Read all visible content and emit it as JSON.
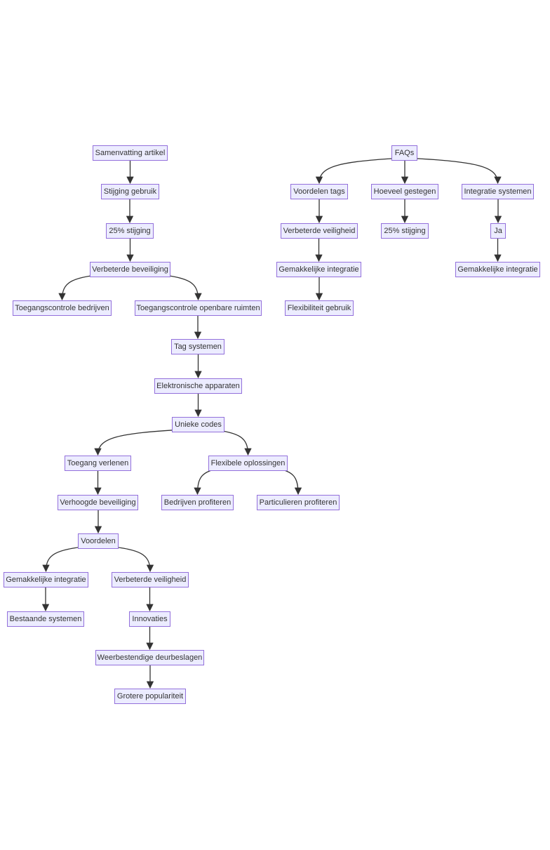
{
  "colors": {
    "node_fill": "#ECECFF",
    "node_stroke": "#9370DB",
    "edge": "#333333",
    "text": "#333333"
  },
  "nodes": [
    {
      "id": "n1",
      "label": "Samenvatting artikel"
    },
    {
      "id": "n2",
      "label": "Stijging gebruik"
    },
    {
      "id": "n3",
      "label": "25% stijging"
    },
    {
      "id": "n4",
      "label": "Verbeterde beveiliging"
    },
    {
      "id": "n5",
      "label": "Toegangscontrole bedrijven"
    },
    {
      "id": "n6",
      "label": "Toegangscontrole openbare ruimten"
    },
    {
      "id": "n7",
      "label": "Tag systemen"
    },
    {
      "id": "n8",
      "label": "Elektronische apparaten"
    },
    {
      "id": "n9",
      "label": "Unieke codes"
    },
    {
      "id": "n10",
      "label": "Toegang verlenen"
    },
    {
      "id": "n11",
      "label": "Flexibele oplossingen"
    },
    {
      "id": "n12",
      "label": "Verhoogde beveiliging"
    },
    {
      "id": "n13",
      "label": "Bedrijven profiteren"
    },
    {
      "id": "n14",
      "label": "Particulieren profiteren"
    },
    {
      "id": "n15",
      "label": "Voordelen"
    },
    {
      "id": "n16",
      "label": "Gemakkelijke integratie"
    },
    {
      "id": "n17",
      "label": "Verbeterde veiligheid"
    },
    {
      "id": "n18",
      "label": "Bestaande systemen"
    },
    {
      "id": "n19",
      "label": "Innovaties"
    },
    {
      "id": "n20",
      "label": "Weerbestendige deurbeslagen"
    },
    {
      "id": "n21",
      "label": "Grotere populariteit"
    },
    {
      "id": "n22",
      "label": "FAQs"
    },
    {
      "id": "n23",
      "label": "Voordelen tags"
    },
    {
      "id": "n24",
      "label": "Hoeveel gestegen"
    },
    {
      "id": "n25",
      "label": "Integratie systemen"
    },
    {
      "id": "n26",
      "label": "Verbeterde veiligheid"
    },
    {
      "id": "n27",
      "label": "25% stijging"
    },
    {
      "id": "n28",
      "label": "Ja"
    },
    {
      "id": "n29",
      "label": "Gemakkelijke integratie"
    },
    {
      "id": "n30",
      "label": "Gemakkelijke integratie"
    },
    {
      "id": "n31",
      "label": "Flexibiliteit gebruik"
    }
  ],
  "edges": [
    [
      "n1",
      "n2"
    ],
    [
      "n2",
      "n3"
    ],
    [
      "n3",
      "n4"
    ],
    [
      "n4",
      "n5"
    ],
    [
      "n4",
      "n6"
    ],
    [
      "n6",
      "n7"
    ],
    [
      "n7",
      "n8"
    ],
    [
      "n8",
      "n9"
    ],
    [
      "n9",
      "n10"
    ],
    [
      "n9",
      "n11"
    ],
    [
      "n10",
      "n12"
    ],
    [
      "n11",
      "n13"
    ],
    [
      "n11",
      "n14"
    ],
    [
      "n12",
      "n15"
    ],
    [
      "n15",
      "n16"
    ],
    [
      "n15",
      "n17"
    ],
    [
      "n16",
      "n18"
    ],
    [
      "n17",
      "n19"
    ],
    [
      "n19",
      "n20"
    ],
    [
      "n20",
      "n21"
    ],
    [
      "n22",
      "n23"
    ],
    [
      "n22",
      "n24"
    ],
    [
      "n22",
      "n25"
    ],
    [
      "n23",
      "n26"
    ],
    [
      "n24",
      "n27"
    ],
    [
      "n25",
      "n28"
    ],
    [
      "n26",
      "n29"
    ],
    [
      "n28",
      "n30"
    ],
    [
      "n29",
      "n31"
    ]
  ]
}
